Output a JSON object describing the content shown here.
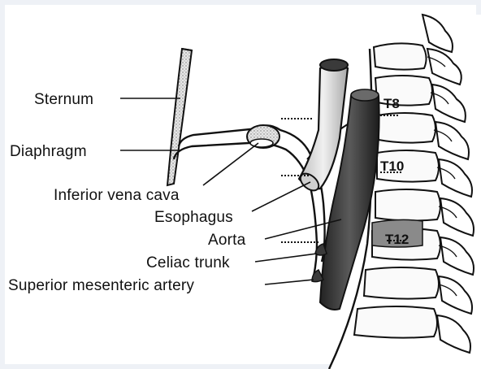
{
  "labels": {
    "sternum": "Sternum",
    "diaphragm": "Diaphragm",
    "inferior_vena_cava": "Inferior vena cava",
    "esophagus": "Esophagus",
    "aorta": "Aorta",
    "celiac_trunk": "Celiac trunk",
    "superior_mesenteric_artery": "Superior mesenteric artery"
  },
  "vertebra_labels": {
    "t8": "T8",
    "t10": "T10",
    "t12": "T12"
  },
  "colors": {
    "aorta": "#3c3c3c",
    "esophagus": "#d8d8d8",
    "t12_highlight": "#8a8a8a",
    "background": "#eef1f6"
  }
}
